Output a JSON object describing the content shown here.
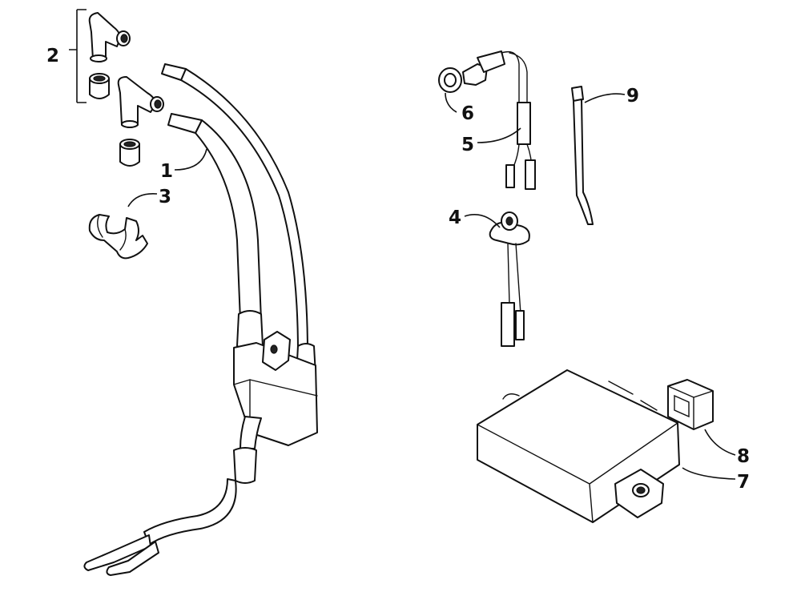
{
  "diagram": {
    "callouts": {
      "c1": "1",
      "c2": "2",
      "c3": "3",
      "c4": "4",
      "c5": "5",
      "c6": "6",
      "c7": "7",
      "c8": "8",
      "c9": "9"
    },
    "colors": {
      "ink": "#111111",
      "paper": "#ffffff"
    }
  }
}
